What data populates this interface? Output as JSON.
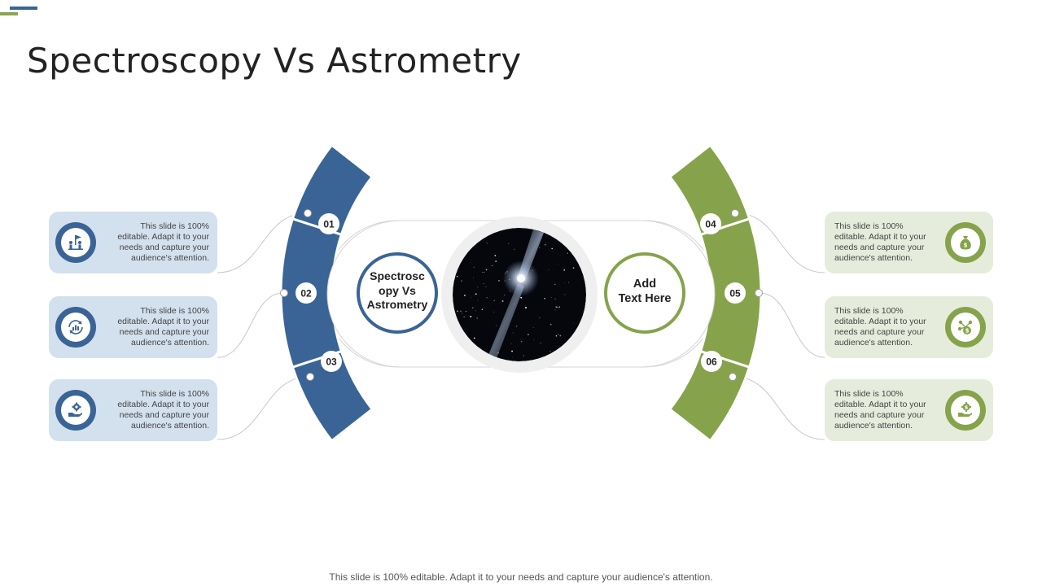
{
  "title": "Spectroscopy Vs Astrometry",
  "colors": {
    "blue": "#3a6496",
    "green": "#86a34c",
    "blue_light": "#d3e0ee",
    "green_light": "#e6ecdc",
    "ring": "#efefef",
    "accent_green": "#8aa64f",
    "accent_blue": "#3a6496"
  },
  "center": {
    "left_label": "Spectroscopy Vs Astrometry",
    "left_label_lines": [
      "Spectrosc",
      "opy Vs",
      "Astrometry"
    ],
    "right_label_lines": [
      "Add",
      "Text Here"
    ],
    "image": "night-sky-star-burst"
  },
  "steps": [
    {
      "number": "01",
      "side": "left",
      "text": "This slide is 100% editable. Adapt it to your needs and capture your audience's attention.",
      "icon": "team-flag-icon"
    },
    {
      "number": "02",
      "side": "left",
      "text": "This slide is 100% editable. Adapt it to your needs and capture your audience's attention.",
      "icon": "chart-cycle-icon"
    },
    {
      "number": "03",
      "side": "left",
      "text": "This slide is 100% editable. Adapt it to your needs and capture your audience's attention.",
      "icon": "hand-gear-icon"
    },
    {
      "number": "04",
      "side": "right",
      "text": "This slide is 100% editable. Adapt it to your needs and capture your audience's attention.",
      "icon": "money-bag-icon"
    },
    {
      "number": "05",
      "side": "right",
      "text": "This slide is 100% editable. Adapt it to your needs and capture your audience's attention.",
      "icon": "network-dollar-icon"
    },
    {
      "number": "06",
      "side": "right",
      "text": "This slide is 100% editable. Adapt it to your needs and capture your audience's attention.",
      "icon": "hand-dollar-gear-icon"
    }
  ],
  "footer": "This slide is 100% editable. Adapt it to your needs and capture your audience's attention."
}
